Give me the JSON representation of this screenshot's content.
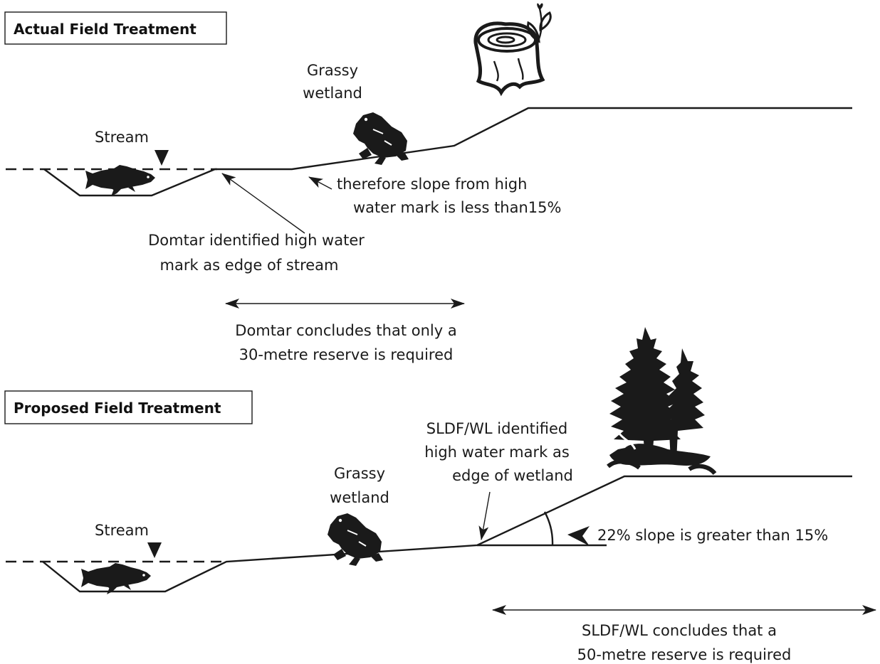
{
  "top_panel": {
    "title": "Actual Field Treatment",
    "stream_label": "Stream",
    "wetland_label": [
      "Grassy",
      "wetland"
    ],
    "slope_note": [
      "therefore slope from high",
      "water mark is less than15%"
    ],
    "hwm_note": [
      "Domtar identified high water",
      "mark as edge of stream"
    ],
    "conclusion": [
      "Domtar concludes that only a",
      "30-metre reserve is required"
    ]
  },
  "bottom_panel": {
    "title": "Proposed Field Treatment",
    "stream_label": "Stream",
    "wetland_label": [
      "Grassy",
      "wetland"
    ],
    "hwm_note": [
      "SLDF/WL identified",
      "high water mark as",
      "edge of wetland"
    ],
    "slope_note": "22% slope is greater than 15%",
    "conclusion": [
      "SLDF/WL concludes that a",
      "50-metre reserve is required"
    ]
  },
  "icons": [
    "fish-icon",
    "frog-icon",
    "tree-stump-icon",
    "conifer-trees-icon"
  ]
}
